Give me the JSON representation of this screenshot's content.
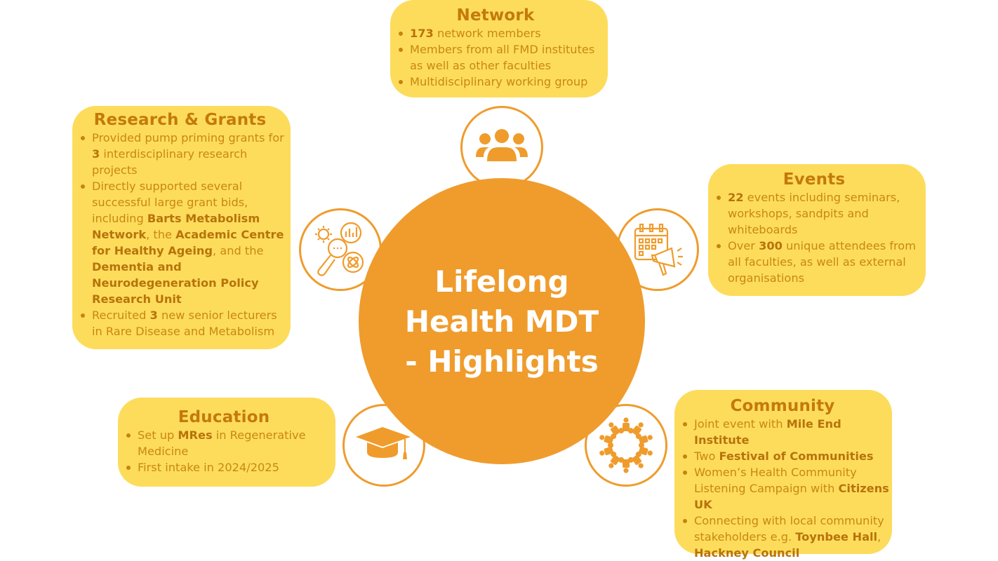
{
  "title": "Lifelong Health MDT - Highlights",
  "colors": {
    "hub": "#EF9C2D",
    "box_fill": "#FDDC5C",
    "box_text": "#C98712",
    "heading": "#C47A0A",
    "background": "#FFFFFF"
  },
  "sections": {
    "network": {
      "heading": "Network",
      "icon": "people-group-icon",
      "items": [
        [
          {
            "t": "173",
            "b": true
          },
          {
            "t": " network members"
          }
        ],
        [
          {
            "t": "Members from all FMD institutes as well as other faculties"
          }
        ],
        [
          {
            "t": "Multidisciplinary working group"
          }
        ]
      ]
    },
    "research": {
      "heading": "Research & Grants",
      "icon": "research-magnifier-icon",
      "items": [
        [
          {
            "t": "Provided pump priming grants for "
          },
          {
            "t": "3",
            "b": true
          },
          {
            "t": " interdisciplinary research projects"
          }
        ],
        [
          {
            "t": "Directly supported several successful large grant bids, including "
          },
          {
            "t": "Barts Metabolism Network",
            "b": true
          },
          {
            "t": ", the "
          },
          {
            "t": "Academic Centre for Healthy Ageing",
            "b": true
          },
          {
            "t": ", and the "
          },
          {
            "t": "Dementia and Neurodegeneration Policy Research Unit",
            "b": true
          }
        ],
        [
          {
            "t": "Recruited "
          },
          {
            "t": "3",
            "b": true
          },
          {
            "t": " new senior lecturers in Rare Disease and Metabolism"
          }
        ]
      ]
    },
    "events": {
      "heading": "Events",
      "icon": "calendar-megaphone-icon",
      "items": [
        [
          {
            "t": "22",
            "b": true
          },
          {
            "t": " events including seminars, workshops, sandpits and whiteboards"
          }
        ],
        [
          {
            "t": "Over "
          },
          {
            "t": "300",
            "b": true
          },
          {
            "t": " unique attendees from all faculties, as well as external organisations"
          }
        ]
      ]
    },
    "education": {
      "heading": "Education",
      "icon": "graduation-cap-icon",
      "items": [
        [
          {
            "t": "Set up "
          },
          {
            "t": "MRes",
            "b": true
          },
          {
            "t": " in Regenerative Medicine"
          }
        ],
        [
          {
            "t": "First intake in 2024/2025"
          }
        ]
      ]
    },
    "community": {
      "heading": "Community",
      "icon": "community-circle-icon",
      "items": [
        [
          {
            "t": "Joint event with "
          },
          {
            "t": "Mile End Institute",
            "b": true
          }
        ],
        [
          {
            "t": "Two "
          },
          {
            "t": "Festival of Communities",
            "b": true
          }
        ],
        [
          {
            "t": "Women’s Health Community Listening Campaign with "
          },
          {
            "t": "Citizens UK",
            "b": true
          }
        ],
        [
          {
            "t": "Connecting with local community stakeholders e.g. "
          },
          {
            "t": "Toynbee Hall",
            "b": true
          },
          {
            "t": ", "
          },
          {
            "t": "Hackney Council",
            "b": true
          }
        ]
      ]
    }
  }
}
